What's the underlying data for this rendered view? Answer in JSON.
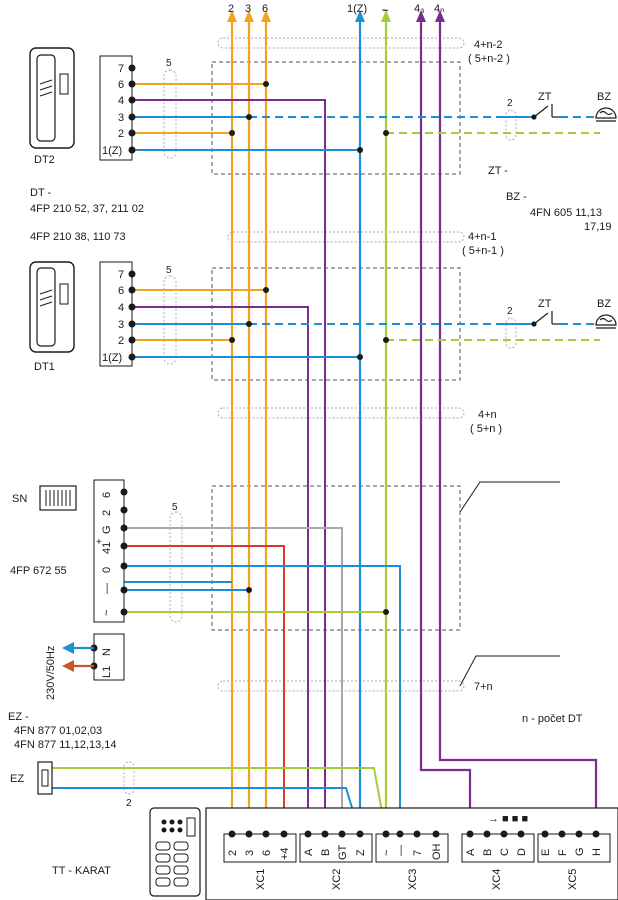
{
  "colors": {
    "orange": "#f4a21f",
    "purple": "#7b2d8e",
    "blue": "#1e8fd6",
    "green": "#a5cc39",
    "red": "#d93a2a",
    "gray": "#a8a8a8",
    "black": "#1a1a1a",
    "dash": "#555555"
  },
  "top_labels": {
    "w2": "2",
    "w3": "3",
    "w6": "6",
    "wz": "1(Z)",
    "wtilde": "~",
    "w43": "4₃",
    "w4n": "4ₙ"
  },
  "cables": {
    "c1": "4+n-2",
    "c1b": "( 5+n-2 )",
    "c2": "4+n-1",
    "c2b": "( 5+n-1 )",
    "c3": "4+n",
    "c3b": "( 5+n )",
    "c4": "7+n",
    "five": "5",
    "two": "2"
  },
  "dt2": {
    "name": "DT2",
    "pins": [
      "7",
      "6",
      "4",
      "3",
      "2",
      "1(Z)"
    ]
  },
  "dt1": {
    "name": "DT1",
    "pins": [
      "7",
      "6",
      "4",
      "3",
      "2",
      "1(Z)"
    ]
  },
  "dt_info": {
    "line1": "DT -",
    "line2": "4FP 210 52, 37, 211 02",
    "line3": "4FP 210 38, 110 73"
  },
  "zt": {
    "zt_label": "ZT",
    "bz_label": "BZ",
    "zt_dash": "ZT -",
    "bz_dash": "BZ -",
    "bz_code1": "4FN 605 11,13",
    "bz_code2": "17,19"
  },
  "sn": {
    "label": "SN",
    "pins": [
      "6",
      "2",
      "G",
      "41",
      "0",
      "—",
      "~"
    ],
    "plus": "+",
    "code": "4FP 672 55"
  },
  "power": {
    "pins": [
      "N",
      "L1"
    ],
    "label": "230V/50Hz"
  },
  "ez": {
    "dash": "EZ -",
    "code1": "4FN 877 01,02,03",
    "code2": "4FN 877 11,12,13,14",
    "label": "EZ"
  },
  "note": "n - počet DT",
  "tt": {
    "label": "TT - KARAT"
  },
  "terminals": {
    "xc1": {
      "name": "XC1",
      "pins": [
        "2",
        "3",
        "6",
        "+4"
      ]
    },
    "xc2": {
      "name": "XC2",
      "pins": [
        "A",
        "B",
        "GT",
        "Z"
      ]
    },
    "xc3": {
      "name": "XC3",
      "pins": [
        "~",
        "—",
        "7",
        "OH"
      ]
    },
    "xc4": {
      "name": "XC4",
      "pins": [
        "A",
        "B",
        "C",
        "D"
      ]
    },
    "xc5": {
      "name": "XC5",
      "pins": [
        "E",
        "F",
        "G",
        "H"
      ]
    }
  },
  "arrow_more": "→ ■ ■ ■"
}
